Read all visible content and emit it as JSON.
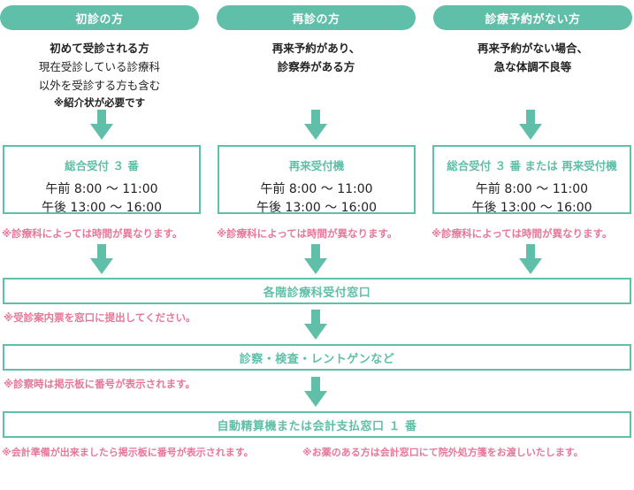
{
  "columns": [
    {
      "header": "初診の方",
      "intro": [
        "初めて受診される方",
        "現在受診している診療科",
        "以外を受診する方も含む",
        "※紹介状が必要です"
      ],
      "box_title": "総合受付 ３ 番",
      "times": [
        "午前 8:00 〜 11:00",
        "午後 13:00 〜 16:00"
      ],
      "note": "※診療科によっては時間が異なります。"
    },
    {
      "header": "再診の方",
      "intro": [
        "再来予約があり、",
        "診察券がある方"
      ],
      "box_title": "再来受付機",
      "times": [
        "午前 8:00 〜 11:00",
        "午後 13:00 〜 16:00"
      ],
      "note": "※診療科によっては時間が異なります。"
    },
    {
      "header": "診療予約がない方",
      "intro": [
        "再来予約がない場合、",
        "急な体調不良等"
      ],
      "box_title": "総合受付 ３ 番 または 再来受付機",
      "times": [
        "午前 8:00 〜 11:00",
        "午後 13:00 〜 16:00"
      ],
      "note": "※診療科によっては時間が異なります。"
    }
  ],
  "steps": [
    {
      "label": "各階診療科受付窓口",
      "note": "※受診案内票を窓口に提出してください。"
    },
    {
      "label": "診察・検査・レントゲンなど",
      "note": "※診察時は掲示板に番号が表示されます。"
    },
    {
      "label": "自動精算機または会計支払窓口 １ 番",
      "note": "※会計準備が出来ましたら掲示板に番号が表示されます。",
      "note2": "※お薬のある方は会計窓口にて院外処方箋をお渡しいたします。"
    }
  ],
  "colors": {
    "accent": "#5fbfa8",
    "note": "#e8779a"
  }
}
